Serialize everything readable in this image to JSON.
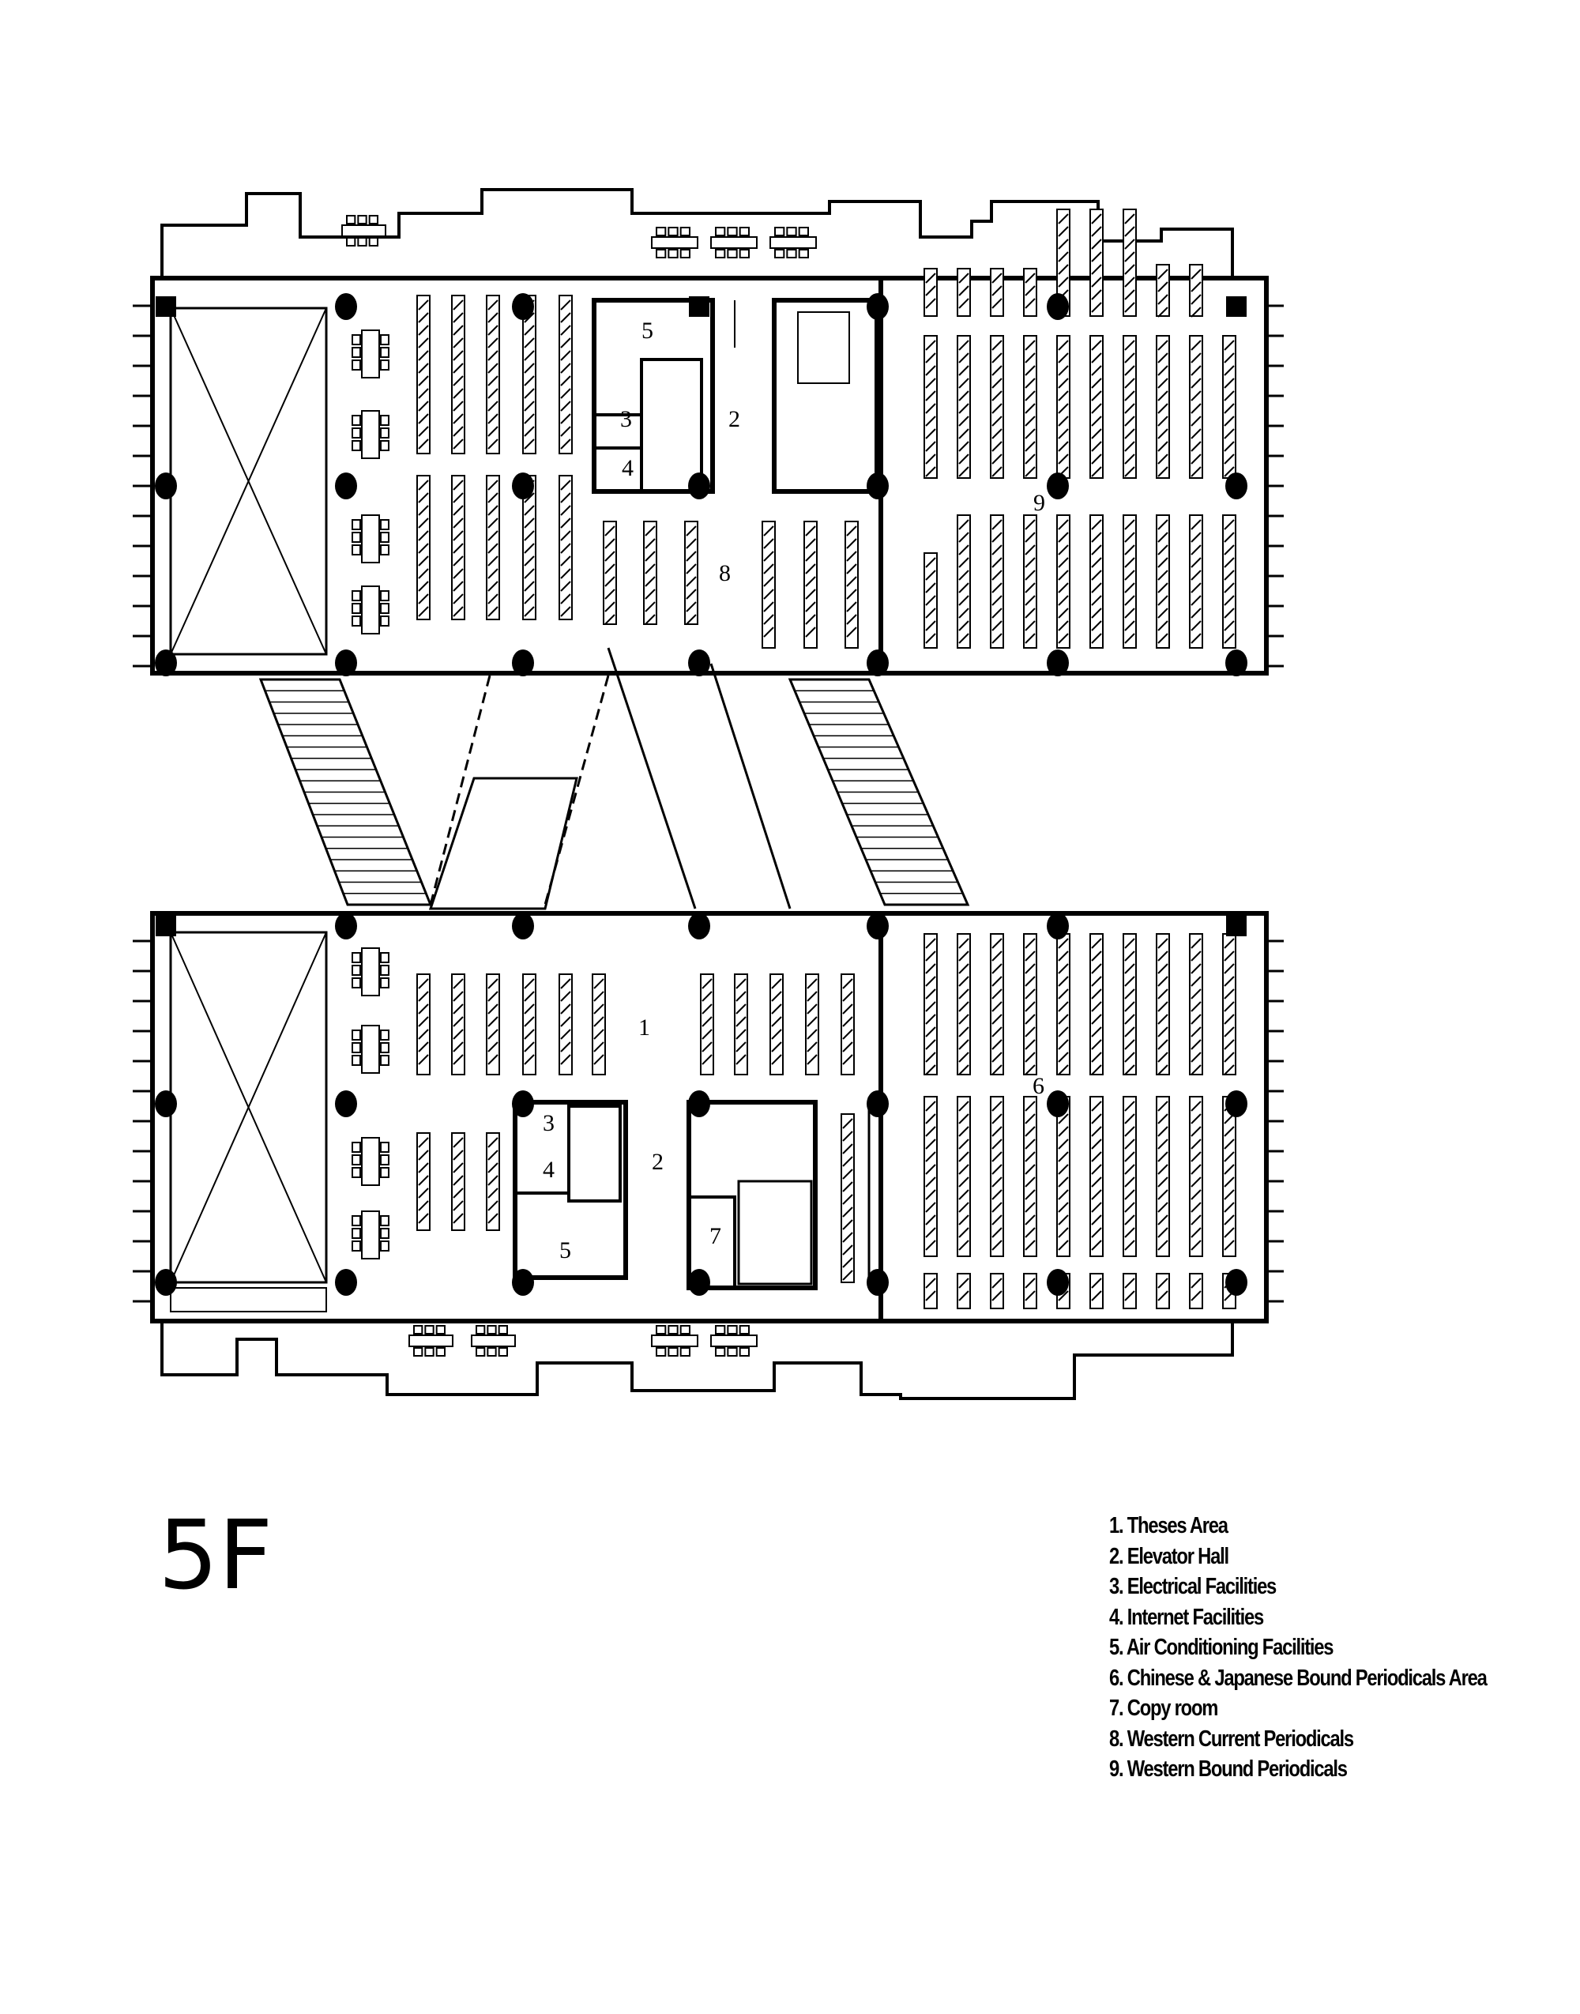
{
  "floor_label": "5F",
  "legend": [
    "1. Theses  Area",
    "2. Elevator Hall",
    "3. Electrical Facilities",
    "4. Internet Facilities",
    "5. Air Conditioning Facilities",
    "6. Chinese & Japanese Bound Periodicals Area",
    "7. Copy room",
    "8. Western  Current Periodicals",
    "9. Western  Bound Periodicals"
  ],
  "room_labels": {
    "top": {
      "r5": "5",
      "r3": "3",
      "r4": "4",
      "r2": "2",
      "r8": "8",
      "r9": "9"
    },
    "bottom": {
      "r1": "1",
      "r2": "2",
      "r3": "3",
      "r4": "4",
      "r5": "5",
      "r7": "7",
      "r6": "6"
    }
  }
}
